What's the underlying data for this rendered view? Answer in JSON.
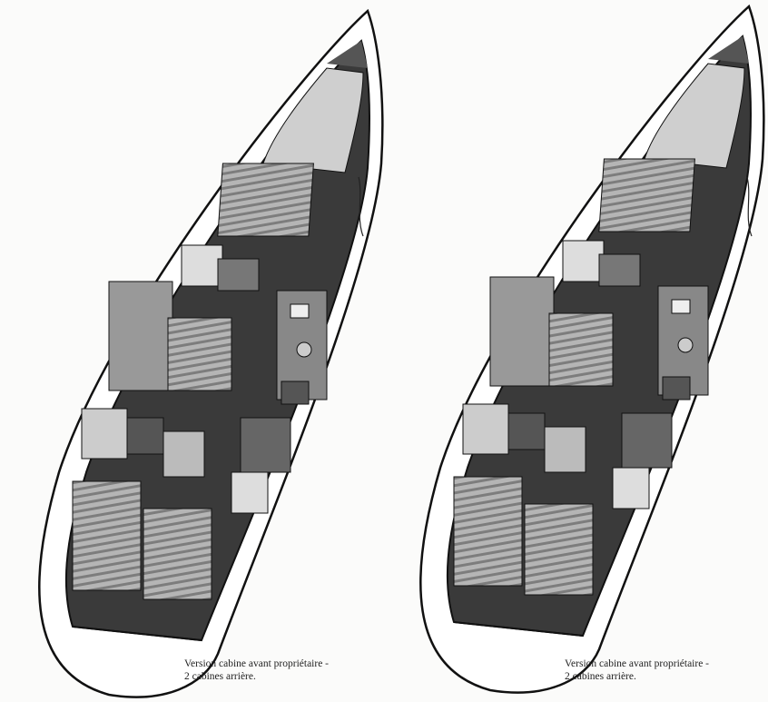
{
  "plans": [
    {
      "caption_line1": "Version cabine avant propriétaire -",
      "caption_line2": "2 cabines arrière."
    },
    {
      "caption_line1": "Version cabine avant propriétaire -",
      "caption_line2": "2 cabines arrière."
    }
  ],
  "colors": {
    "ink": "#1a1a1a",
    "dark_sole": "#2e2e2e",
    "berth": "#9a9a9a",
    "paper": "#fbfbfa"
  }
}
